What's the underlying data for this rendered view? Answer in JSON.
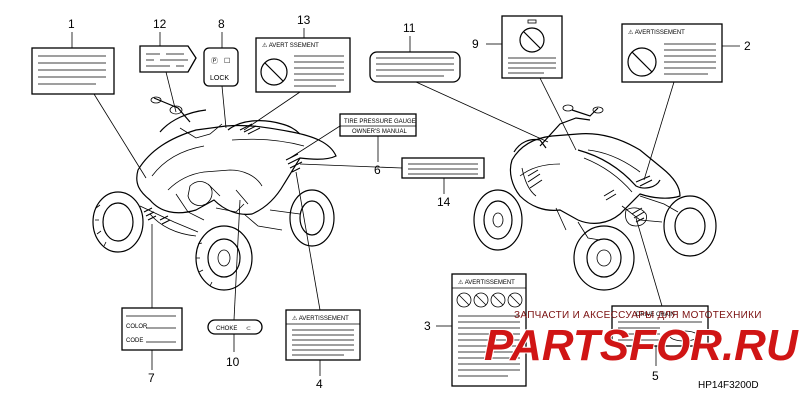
{
  "callouts": {
    "c1": "1",
    "c2": "2",
    "c3": "3",
    "c4": "4",
    "c5": "5",
    "c6": "6",
    "c7": "7",
    "c8": "8",
    "c9": "9",
    "c10": "10",
    "c11": "11",
    "c12": "12",
    "c13": "13",
    "c14": "14"
  },
  "labels": {
    "avertissement_13": "⚠ AVERT SSEMENT",
    "avertissement_2": "⚠ AVERTISSEMENT",
    "tire_pressure": "TIRE PRESSURE GAUGE",
    "owners_manual": "OWNER'S MANUAL",
    "avertissement_3": "⚠ AVERTISSEMENT",
    "avertissement_4": "⚠ AVERTISSEMENT",
    "color": "COLOR",
    "code": "CODE",
    "drive_chain": "DRIVE CHAIN",
    "choke": "CHOKE",
    "lock": "LOCK"
  },
  "watermark": {
    "line1": "ЗАПЧАСТИ И АКСЕССУАРЫ ДЛЯ МОТОТЕХНИКИ",
    "line2": "PARTSFOR.RU"
  },
  "diagram_code": "HP14F3200D"
}
